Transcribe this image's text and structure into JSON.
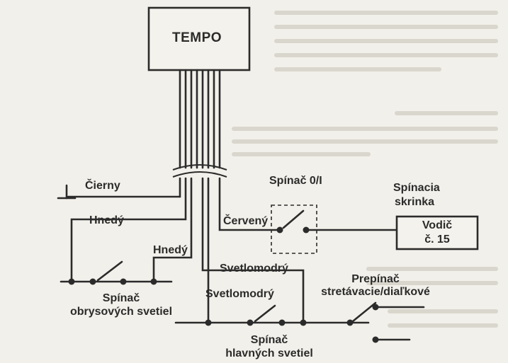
{
  "tempo_box": {
    "label": "TEMPO"
  },
  "wires": {
    "cierny": "Čierny",
    "hnedy_1": "Hnedý",
    "hnedy_2": "Hnedý",
    "cerveny": "Červený",
    "svetlomodry_1": "Svetlomodrý",
    "svetlomodry_2": "Svetlomodrý"
  },
  "switch_0i": {
    "label": "Spínač 0/I"
  },
  "fuse_box": {
    "title_line1": "Spínacia",
    "title_line2": "skrinka",
    "terminal_line1": "Vodič",
    "terminal_line2": "č. 15"
  },
  "switch_outline": {
    "line1": "Spínač",
    "line2": "obrysových svetiel"
  },
  "switch_main": {
    "line1": "Spínač",
    "line2": "hlavných svetiel"
  },
  "toggle": {
    "line1": "Prepínač",
    "line2": "stretávacie/diaľkové"
  }
}
